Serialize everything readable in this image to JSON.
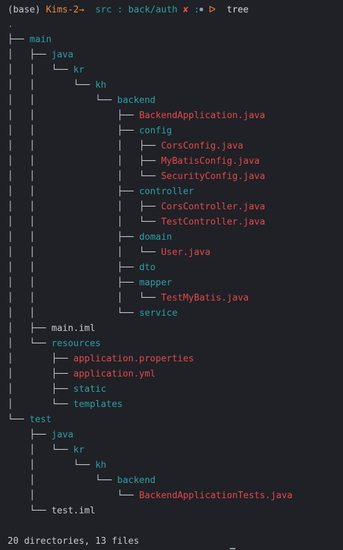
{
  "prompt": {
    "env": "(base)",
    "user": "Kims-2",
    "arrow": "→",
    "dir": "src",
    "sep": ":",
    "branch": "back/auth",
    "dirty_mark": "✘",
    "colon2": ":",
    "stash_mark": "●",
    "triangle": "ᐅ",
    "command": "tree"
  },
  "tree": {
    "root": ".",
    "lines": [
      {
        "guides": "├── ",
        "name": "main",
        "kind": "dir"
      },
      {
        "guides": "│   ├── ",
        "name": "java",
        "kind": "dir"
      },
      {
        "guides": "│   │   └── ",
        "name": "kr",
        "kind": "dir"
      },
      {
        "guides": "│   │       └── ",
        "name": "kh",
        "kind": "dir"
      },
      {
        "guides": "│   │           └── ",
        "name": "backend",
        "kind": "dir"
      },
      {
        "guides": "│   │               ├── ",
        "name": "BackendApplication.java",
        "kind": "file-red"
      },
      {
        "guides": "│   │               ├── ",
        "name": "config",
        "kind": "dir"
      },
      {
        "guides": "│   │               │   ├── ",
        "name": "CorsConfig.java",
        "kind": "file-red"
      },
      {
        "guides": "│   │               │   ├── ",
        "name": "MyBatisConfig.java",
        "kind": "file-red"
      },
      {
        "guides": "│   │               │   └── ",
        "name": "SecurityConfig.java",
        "kind": "file-red"
      },
      {
        "guides": "│   │               ├── ",
        "name": "controller",
        "kind": "dir"
      },
      {
        "guides": "│   │               │   ├── ",
        "name": "CorsController.java",
        "kind": "file-red"
      },
      {
        "guides": "│   │               │   └── ",
        "name": "TestController.java",
        "kind": "file-red"
      },
      {
        "guides": "│   │               ├── ",
        "name": "domain",
        "kind": "dir"
      },
      {
        "guides": "│   │               │   └── ",
        "name": "User.java",
        "kind": "file-red"
      },
      {
        "guides": "│   │               ├── ",
        "name": "dto",
        "kind": "dir"
      },
      {
        "guides": "│   │               ├── ",
        "name": "mapper",
        "kind": "dir"
      },
      {
        "guides": "│   │               │   └── ",
        "name": "TestMyBatis.java",
        "kind": "file-red"
      },
      {
        "guides": "│   │               └── ",
        "name": "service",
        "kind": "dir"
      },
      {
        "guides": "│   ├── ",
        "name": "main.iml",
        "kind": "file-plain"
      },
      {
        "guides": "│   └── ",
        "name": "resources",
        "kind": "dir"
      },
      {
        "guides": "│       ├── ",
        "name": "application.properties",
        "kind": "file-red"
      },
      {
        "guides": "│       ├── ",
        "name": "application.yml",
        "kind": "file-red"
      },
      {
        "guides": "│       ├── ",
        "name": "static",
        "kind": "dir"
      },
      {
        "guides": "│       └── ",
        "name": "templates",
        "kind": "dir"
      },
      {
        "guides": "└── ",
        "name": "test",
        "kind": "dir"
      },
      {
        "guides": "    ├── ",
        "name": "java",
        "kind": "dir"
      },
      {
        "guides": "    │   └── ",
        "name": "kr",
        "kind": "dir"
      },
      {
        "guides": "    │       └── ",
        "name": "kh",
        "kind": "dir"
      },
      {
        "guides": "    │           └── ",
        "name": "backend",
        "kind": "dir"
      },
      {
        "guides": "    │               └── ",
        "name": "BackendApplicationTests.java",
        "kind": "file-red"
      },
      {
        "guides": "    └── ",
        "name": "test.iml",
        "kind": "file-plain"
      }
    ]
  },
  "summary": "20 directories, 13 files"
}
